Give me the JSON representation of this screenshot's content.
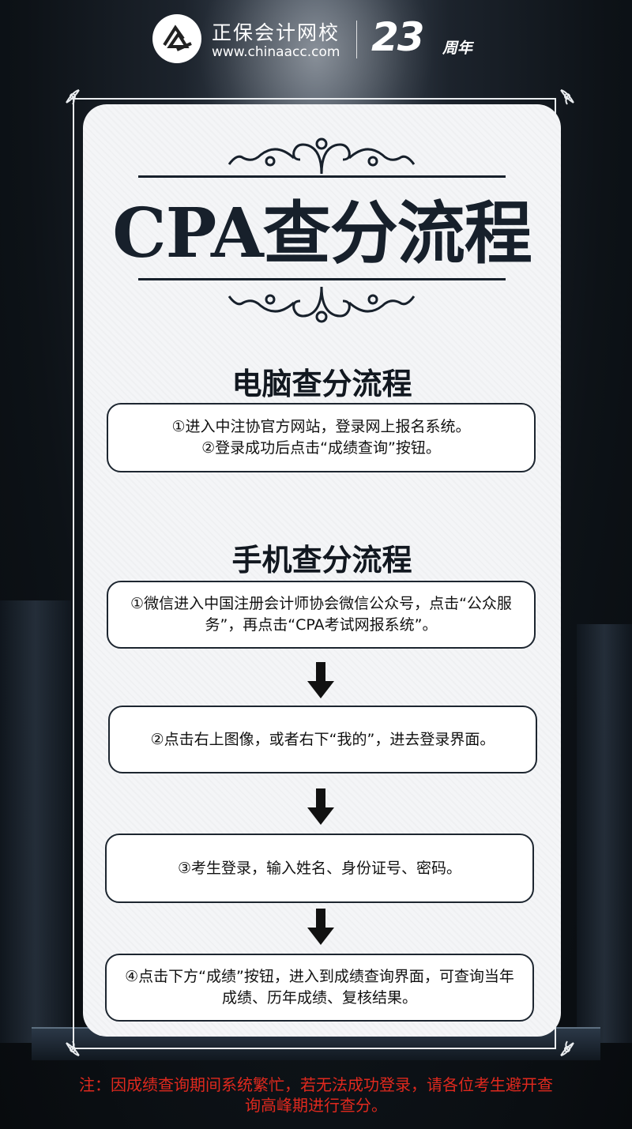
{
  "header": {
    "brand_name": "正保会计网校",
    "brand_url": "www.chinaacc.com",
    "anniversary_number": "23",
    "anniversary_text": "周年",
    "logo_icon": "chinaacc-logo-icon"
  },
  "title": "CPA查分流程",
  "pc_section": {
    "title": "电脑查分流程",
    "steps": [
      "①进入中注协官方网站，登录网上报名系统。",
      "②登录成功后点击“成绩查询”按钮。"
    ]
  },
  "mobile_section": {
    "title": "手机查分流程",
    "steps": [
      "①微信进入中国注册会计师协会微信公众号，点击“公众服务”，再点击“CPA考试网报系统”。",
      "②点击右上图像，或者右下“我的”，进去登录界面。",
      "③考生登录，输入姓名、身份证号、密码。",
      "④点击下方“成绩”按钮，进入到成绩查询界面，可查询当年成绩、历年成绩、复核结果。"
    ]
  },
  "note": "注：因成绩查询期间系统繁忙，若无法成功登录，请各位考生避开查询高峰期进行查分。",
  "colors": {
    "accent_dark": "#17202b",
    "note_red": "#e0291e"
  }
}
